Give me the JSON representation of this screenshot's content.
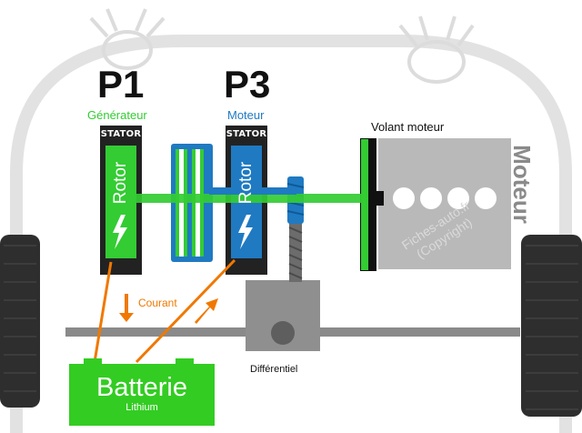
{
  "labels": {
    "p1": "P1",
    "p3": "P3",
    "generator": "Générateur",
    "motor_small": "Moteur",
    "stator_1": "STATOR",
    "stator_2": "STATOR",
    "rotor_1": "Rotor",
    "rotor_2": "Rotor",
    "flywheel": "Volant moteur",
    "engine": "Moteur",
    "watermark_1": "Fiches-auto.fr",
    "watermark_2": "(Copyright)",
    "current": "Courant",
    "differential": "Différentiel",
    "battery": "Batterie",
    "battery_type": "Lithium"
  },
  "colors": {
    "green": "#33cc33",
    "battery_green": "#33cc22",
    "blue": "#1f7ac2",
    "orange": "#f07800",
    "dark": "#222222",
    "grey_body": "#e2e2e2",
    "engine_grey": "#b9b9b9",
    "tire": "#2e2e2e"
  },
  "icons": [
    "lightning-icon",
    "arrow-down-icon",
    "arrow-up-icon",
    "headlight-icon"
  ]
}
